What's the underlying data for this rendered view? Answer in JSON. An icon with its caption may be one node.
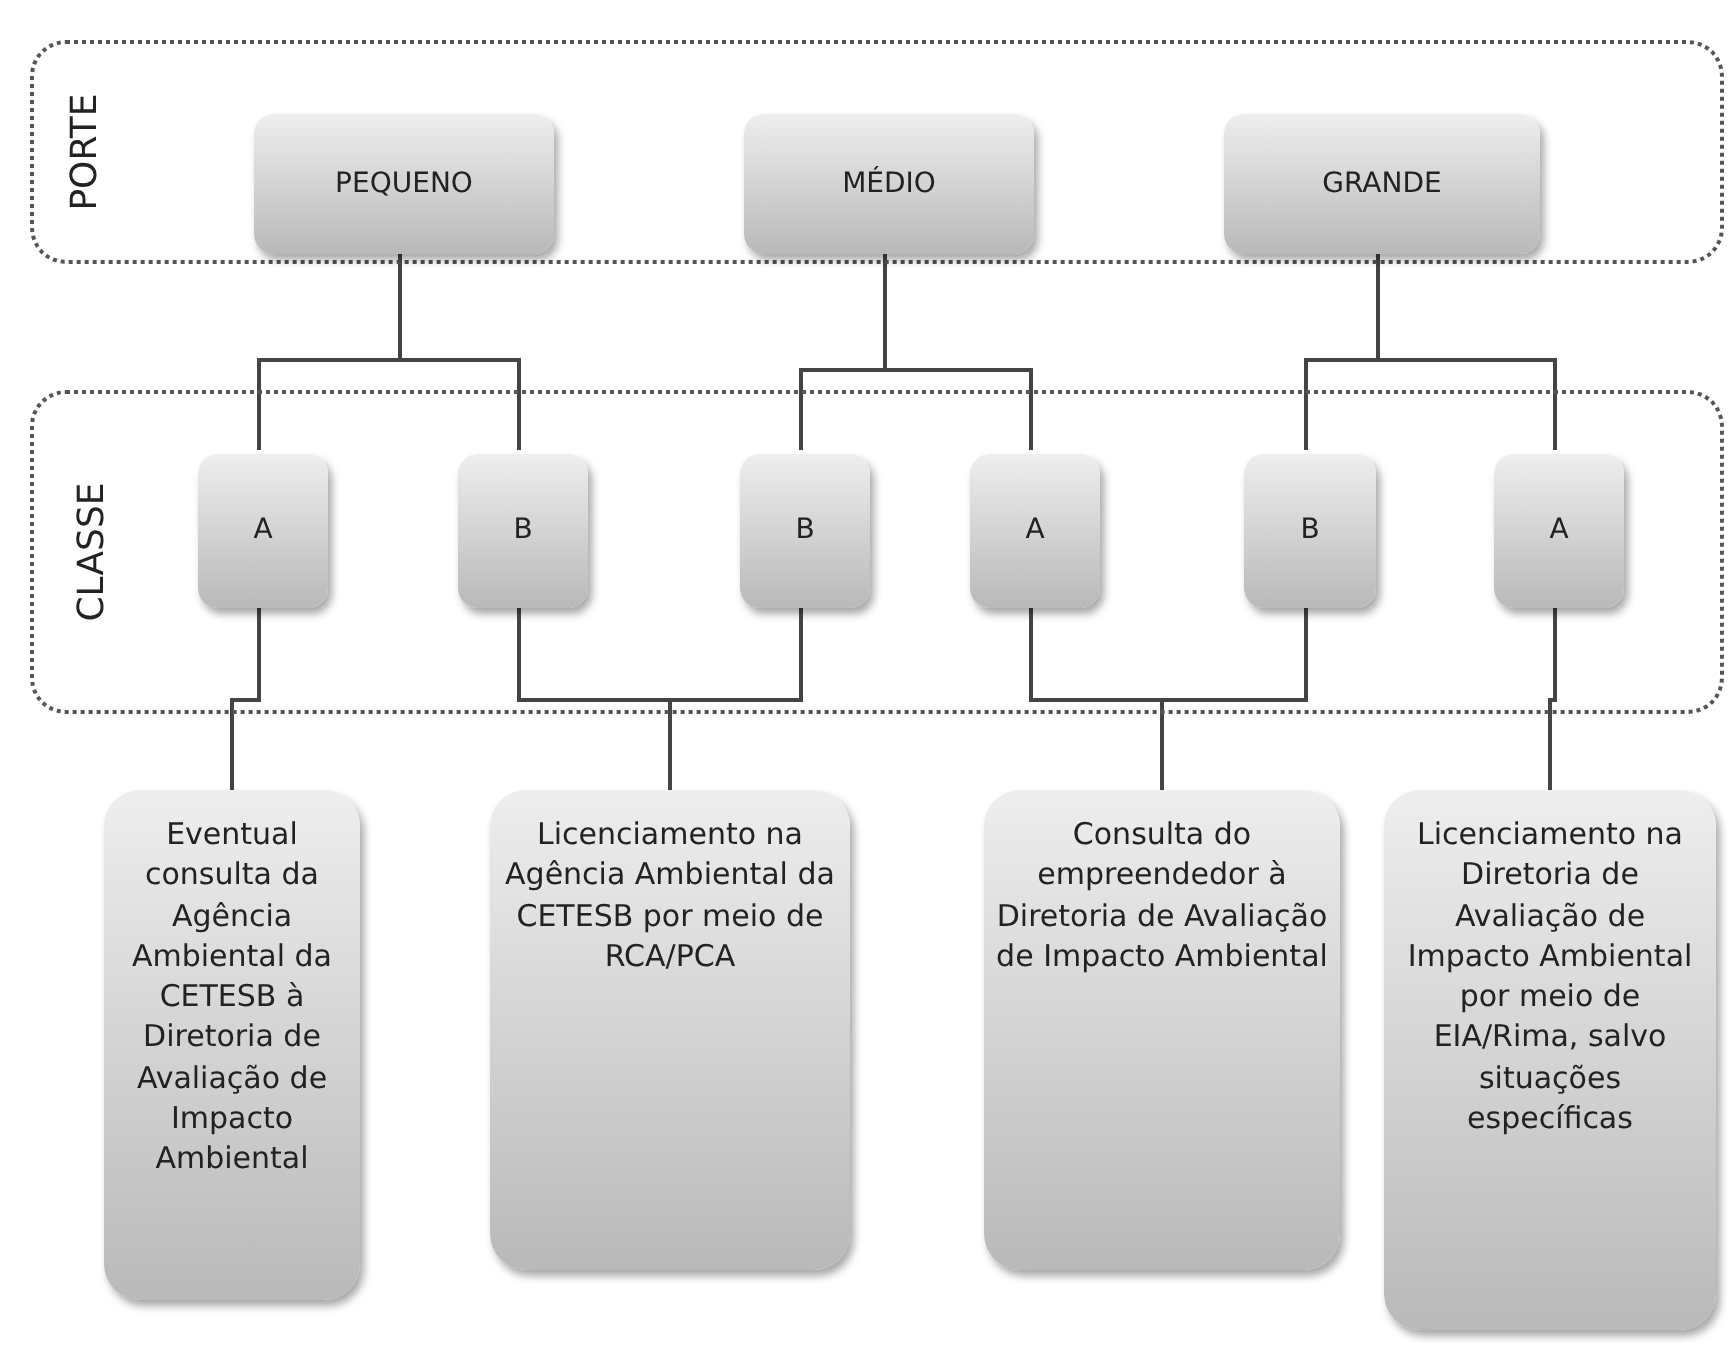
{
  "diagram": {
    "nodes": [
      {
        "text": [
          "PORTE"
        ]
      },
      {
        "text": [
          "PEQUENO"
        ],
        "in": 0
      },
      {
        "text": [
          "MÉDIO"
        ],
        "in": 0
      },
      {
        "text": [
          "GRANDE"
        ],
        "in": 0
      },
      {
        "text": [
          "CLASSE"
        ]
      },
      {
        "text": [
          "A"
        ],
        "in": 4
      },
      {
        "text": [
          "B"
        ],
        "in": 4
      },
      {
        "text": [
          "B"
        ],
        "in": 4
      },
      {
        "text": [
          "A"
        ],
        "in": 4
      },
      {
        "text": [
          "B"
        ],
        "in": 4
      },
      {
        "text": [
          "A"
        ],
        "in": 4
      },
      {
        "text": [
          "Eventual consulta da Agência Ambiental da CETESB à Diretoria de Avaliação de Impacto Ambiental"
        ]
      },
      {
        "text": [
          "Licenciamento na Agência Ambiental da CETESB por meio de RCA/PCA"
        ]
      },
      {
        "text": [
          "Consulta do empreendedor à Diretoria de Avaliação de Impacto Ambiental"
        ]
      },
      {
        "text": [
          "Licenciamento na Diretoria de Avaliação de Impacto Ambiental por meio de EIA/Rima, salvo situações específicas"
        ]
      }
    ],
    "edges": [
      {
        "from": 1,
        "to": 5,
        "arrow": "none"
      },
      {
        "from": 1,
        "to": 6,
        "arrow": "none"
      },
      {
        "from": 2,
        "to": 7,
        "arrow": "none"
      },
      {
        "from": 2,
        "to": 8,
        "arrow": "none"
      },
      {
        "from": 3,
        "to": 9,
        "arrow": "none"
      },
      {
        "from": 3,
        "to": 10,
        "arrow": "none"
      },
      {
        "from": 5,
        "to": 11,
        "arrow": "none"
      },
      {
        "from": 6,
        "to": 12,
        "arrow": "none"
      },
      {
        "from": 7,
        "to": 12,
        "arrow": "none"
      },
      {
        "from": 8,
        "to": 13,
        "arrow": "none"
      },
      {
        "from": 9,
        "to": 13,
        "arrow": "none"
      },
      {
        "from": 10,
        "to": 14,
        "arrow": "none"
      }
    ]
  }
}
